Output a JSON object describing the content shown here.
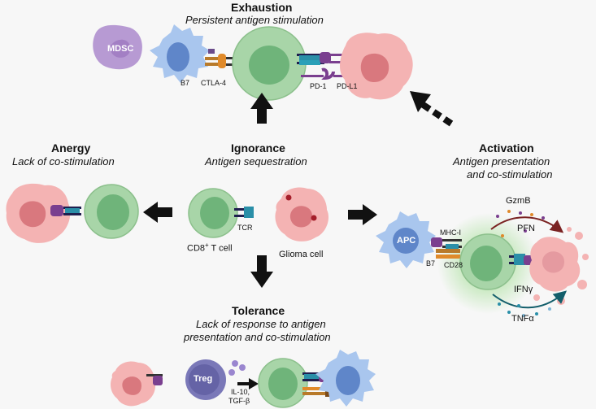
{
  "exhaustion": {
    "title": "Exhaustion",
    "subtitle": "Persistent antigen stimulation",
    "labels": {
      "mdsc": "MDSC",
      "b7": "B7",
      "ctla4": "CTLA-4",
      "pd1": "PD-1",
      "pdl1": "PD-L1"
    }
  },
  "anergy": {
    "title": "Anergy",
    "subtitle": "Lack of co-stimulation"
  },
  "ignorance": {
    "title": "Ignorance",
    "subtitle": "Antigen sequestration",
    "labels": {
      "tcr": "TCR",
      "cd8": "CD8",
      "cd8_sup": "+",
      "cd8_suffix": " T cell",
      "glioma": "Glioma cell"
    }
  },
  "activation": {
    "title": "Activation",
    "subtitle_line1": "Antigen presentation",
    "subtitle_line2": "and co-stimulation",
    "labels": {
      "apc": "APC",
      "mhc": "MHC-I",
      "b7": "B7",
      "cd28": "CD28",
      "gzmb": "GzmB",
      "pfn": "PFN",
      "ifng": "IFNγ",
      "tnfa": "TNFα"
    }
  },
  "tolerance": {
    "title": "Tolerance",
    "subtitle_line1": "Lack of response to antigen",
    "subtitle_line2": "presentation and co-stimulation",
    "labels": {
      "treg": "Treg",
      "il10": "IL-10,",
      "tgfb": "TGF-β"
    }
  },
  "colors": {
    "tcell_fill": "#a8d5a8",
    "tcell_nucleus": "#6fb47a",
    "glioma_fill": "#f4b3b3",
    "glioma_nucleus": "#d9787e",
    "apc_fill": "#a9c6ee",
    "apc_nucleus": "#5f86c9",
    "mdsc_fill": "#b79ad3",
    "treg_fill": "#7a78b8",
    "tcr": "#2a8fa8",
    "mhc": "#7a3f8f",
    "b7": "#b87a2a",
    "cd28": "#e08a2a",
    "arrow": "#111111"
  }
}
